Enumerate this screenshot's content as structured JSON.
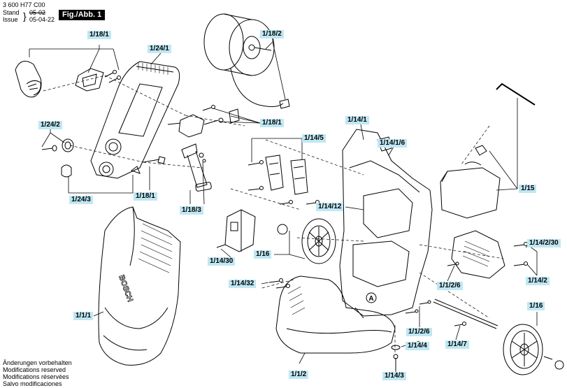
{
  "header": {
    "doc_number": "3 600 H77 C00",
    "stand_label": "Stand",
    "issue_label": "Issue",
    "stand_date_struck": "05-02",
    "issue_date": "05-04-22",
    "figure_tag": "Fig./Abb. 1"
  },
  "callouts": [
    {
      "id": "c1",
      "text": "1/18/1"
    },
    {
      "id": "c2",
      "text": "1/24/1"
    },
    {
      "id": "c3",
      "text": "1/18/2"
    },
    {
      "id": "c4",
      "text": "1/24/2"
    },
    {
      "id": "c5",
      "text": "1/18/1"
    },
    {
      "id": "c6",
      "text": "1/14/1"
    },
    {
      "id": "c7",
      "text": "1/14/5"
    },
    {
      "id": "c8",
      "text": "1/14/1/6"
    },
    {
      "id": "c9",
      "text": "1/24/3"
    },
    {
      "id": "c10",
      "text": "1/18/1"
    },
    {
      "id": "c11",
      "text": "1/18/3"
    },
    {
      "id": "c12",
      "text": "1/14/12"
    },
    {
      "id": "c13",
      "text": "1/15"
    },
    {
      "id": "c14",
      "text": "1/14/30"
    },
    {
      "id": "c15",
      "text": "1/16"
    },
    {
      "id": "c16",
      "text": "1/14/2/30"
    },
    {
      "id": "c17",
      "text": "1/14/32"
    },
    {
      "id": "c18",
      "text": "1/1/2/6"
    },
    {
      "id": "c19",
      "text": "1/14/2"
    },
    {
      "id": "c20",
      "text": "1/1/1"
    },
    {
      "id": "c21",
      "text": "1/16"
    },
    {
      "id": "c22",
      "text": "1/1/2/6"
    },
    {
      "id": "c23",
      "text": "1/14/4"
    },
    {
      "id": "c24",
      "text": "1/14/7"
    },
    {
      "id": "c25",
      "text": "1/1/2"
    },
    {
      "id": "c26",
      "text": "1/14/3"
    }
  ],
  "marker_a": "A",
  "brand_mark": "BOSCH",
  "notes": [
    "Änderungen vorbehalten",
    "Modifications reserved",
    "Modifications réservées",
    "Salvo modificaciones"
  ]
}
